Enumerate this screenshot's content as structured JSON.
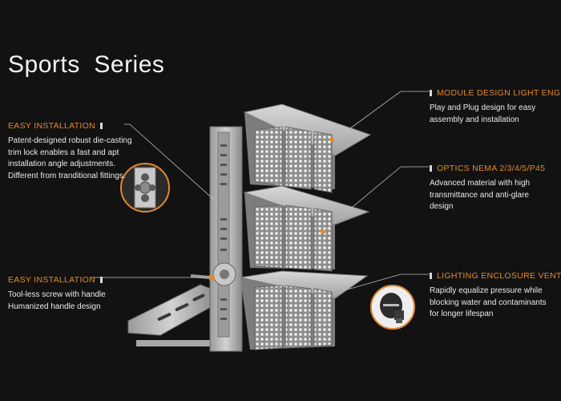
{
  "title": "Sports  Series",
  "callouts": {
    "easy_installation_top": {
      "heading": "EASY INSTALLATION",
      "lines": [
        "Patent-designed robust die-casting",
        "trim lock enables a fast and apt",
        "installation angle adjustments.",
        "Different from tranditional fittings."
      ]
    },
    "easy_installation_bottom": {
      "heading": "EASY INSTALLATION",
      "lines": [
        "Tool-less screw with handle",
        "Humanized handle design"
      ]
    },
    "module_design": {
      "heading": "MODULE DESIGN LIGHT ENGINE",
      "lines": [
        "Play and Plug design for easy",
        "assembly and installation"
      ]
    },
    "optics": {
      "heading": "OPTICS NEMA 2/3/4/5/P45",
      "lines": [
        "Advanced material with high",
        "transmittance and anti-glare",
        "design"
      ]
    },
    "vents": {
      "heading": "LIGHTING ENCLOSURE VENTS",
      "lines": [
        "Rapidly equalize pressure while",
        "blocking water and contaminants",
        "for longer lifespan"
      ]
    }
  },
  "colors": {
    "accent": "#e08a2a",
    "background": "#121212",
    "housing": "#b5b5b5"
  },
  "icons": [
    "lock-detail-icon",
    "vent-screw-icon"
  ]
}
